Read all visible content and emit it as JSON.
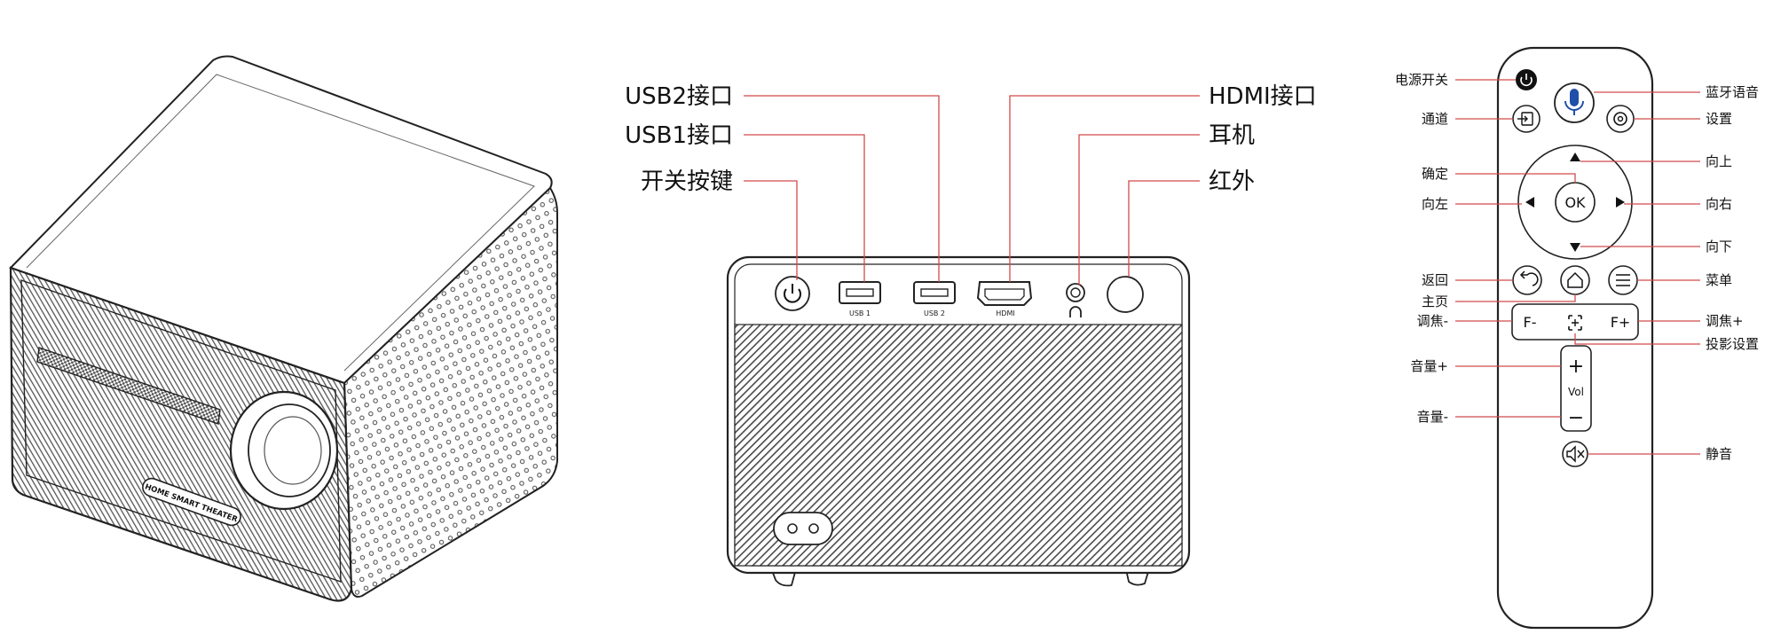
{
  "back_panel": {
    "labels": {
      "usb2": "USB2接口",
      "usb1": "USB1接口",
      "power_key": "开关按键",
      "hdmi": "HDMI接口",
      "earphone": "耳机",
      "infrared": "红外"
    },
    "port_marks": {
      "usb1": "USB 1",
      "usb2": "USB 2",
      "hdmi": "HDMI"
    }
  },
  "projector": {
    "front_text": "HOME SMART THEATER"
  },
  "remote": {
    "labels": {
      "power": "电源开关",
      "source": "通道",
      "ok": "确定",
      "left": "向左",
      "back": "返回",
      "home": "主页",
      "focus_minus": "调焦-",
      "vol_plus": "音量+",
      "vol_minus": "音量-",
      "bt_voice": "蓝牙语音",
      "settings": "设置",
      "up": "向上",
      "right": "向右",
      "down": "向下",
      "menu": "菜单",
      "focus_plus": "调焦+",
      "projection_settings": "投影设置",
      "mute": "静音"
    },
    "buttons": {
      "ok": "OK",
      "focus_minus": "F-",
      "focus_plus": "F+",
      "vol": "Vol",
      "vol_plus": "+",
      "vol_minus": "−"
    }
  },
  "colors": {
    "leader_line": "#d24a4a",
    "mic_button": "#1f4fa8",
    "power_button": "#111111"
  }
}
